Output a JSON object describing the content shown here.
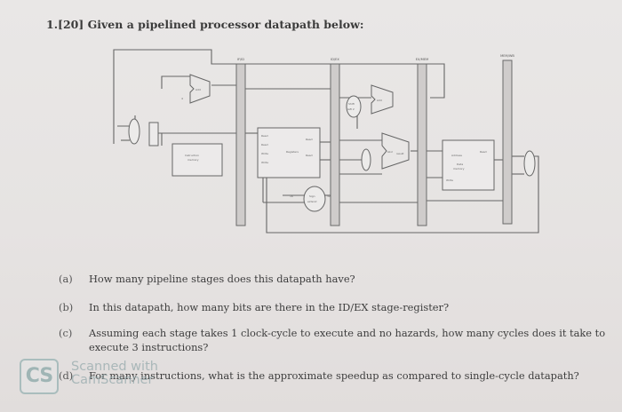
{
  "question": {
    "title": "1.[20] Given a pipelined processor datapath below:"
  },
  "diagram": {
    "stage_register_labels": [
      "IF/ID",
      "ID/EX",
      "EX/MEM",
      "MEM/WB"
    ],
    "block_labels": [
      "Instruction memory",
      "Registers",
      "ALU",
      "Data memory",
      "Sign extend",
      "Add",
      "Add",
      "Shift left 2"
    ]
  },
  "sub_questions": [
    {
      "label": "(a)",
      "text": "How many pipeline stages does this datapath have?"
    },
    {
      "label": "(b)",
      "text": "In this datapath, how many bits are there in the ID/EX stage-register?"
    },
    {
      "label": "(c)",
      "text": "Assuming each stage takes 1 clock-cycle to execute and no hazards, how many cycles does it take to execute 3 instructions?"
    },
    {
      "label": "(d)",
      "text": "For many instructions, what is the approximate speedup as compared to single-cycle datapath?"
    }
  ],
  "watermark": {
    "badge": "CS",
    "line1": "Scanned with",
    "line2": "CamScanner"
  }
}
